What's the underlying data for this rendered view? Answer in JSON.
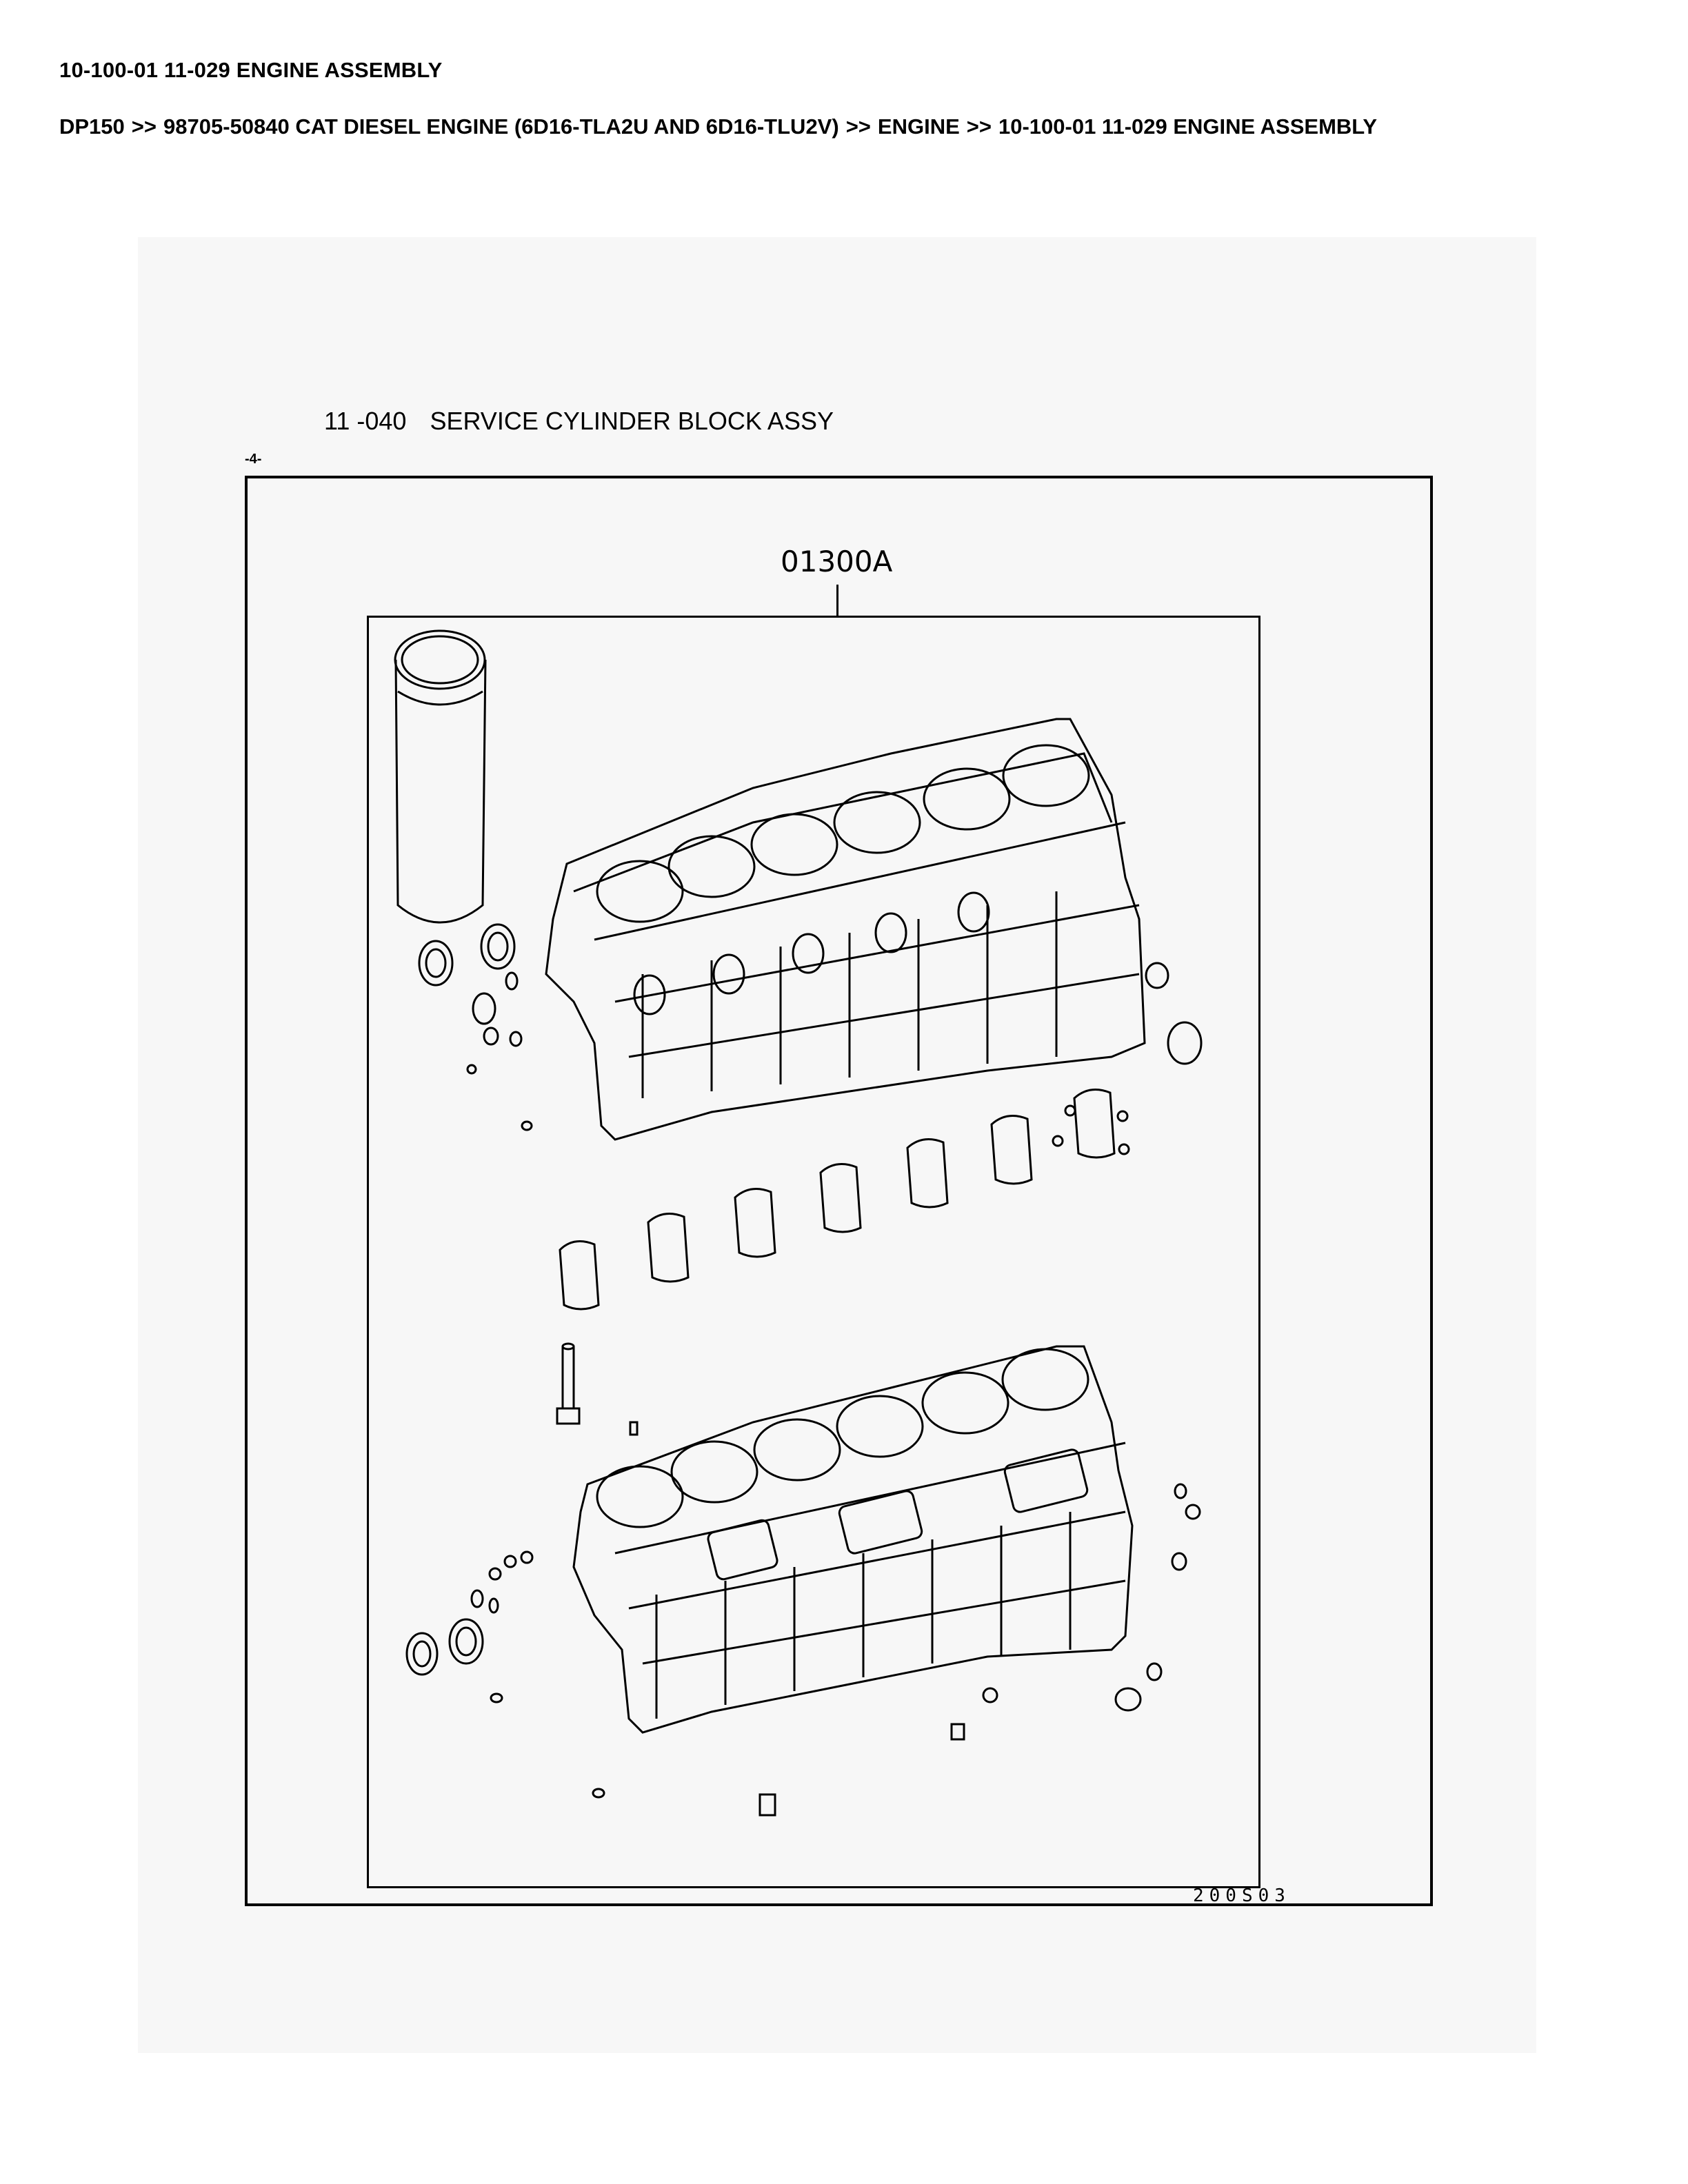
{
  "header": {
    "title": "10-100-01 11-029 ENGINE ASSEMBLY",
    "breadcrumb": [
      "DP150",
      "98705-50840 CAT DIESEL ENGINE (6D16-TLA2U AND 6D16-TLU2V)",
      "ENGINE",
      "10-100-01 11-029 ENGINE ASSEMBLY"
    ],
    "breadcrumb_separator": ">>"
  },
  "plate": {
    "code": "11 -040",
    "name": "SERVICE CYLINDER BLOCK ASSY",
    "page_marker": "-4-",
    "reference_label": "01300A",
    "figure_code": "200S03"
  },
  "diagram": {
    "components": [
      "cylinder-liner",
      "upper-cylinder-block",
      "main-bearing-caps",
      "cap-bolt",
      "lower-cylinder-block",
      "plugs-and-seals"
    ],
    "cylinder_count": 6,
    "main_bearing_cap_count": 7
  }
}
